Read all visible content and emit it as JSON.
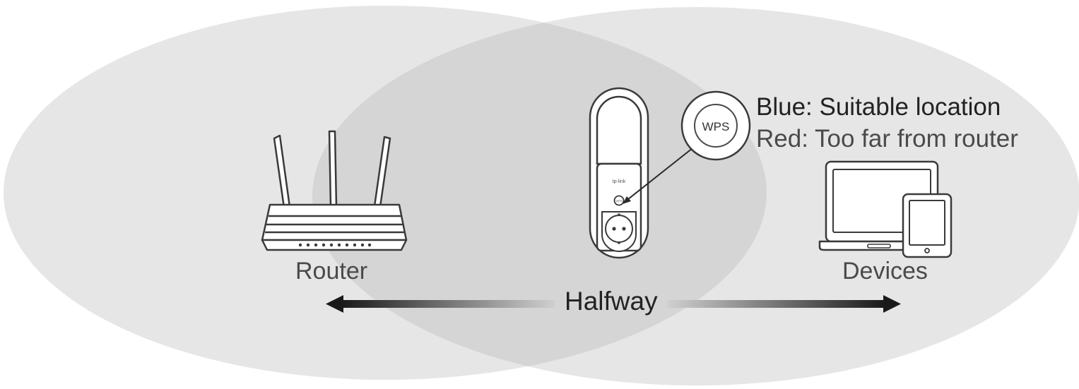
{
  "labels": {
    "router": "Router",
    "devices": "Devices",
    "halfway": "Halfway",
    "wps_button": "WPS",
    "brand_mark": "tp-link"
  },
  "legend": {
    "blue": "Blue: Suitable location",
    "red": "Red: Too far from router"
  },
  "colors": {
    "coverage_fill": "#e4e4e4",
    "overlap_fill": "#d6d6d6",
    "outline": "#3c3c3c",
    "text_dark": "#222222",
    "text_muted": "#4a4a4a",
    "arrow_dark": "#1f1f1f"
  }
}
